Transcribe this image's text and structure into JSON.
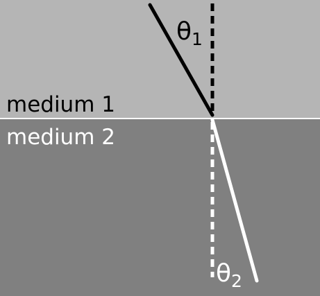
{
  "diagram": {
    "top_label": "medium 1",
    "bottom_label": "medium 2",
    "incident_angle": {
      "symbol": "θ",
      "subscript": "1"
    },
    "refracted_angle": {
      "symbol": "θ",
      "subscript": "2"
    }
  },
  "colors": {
    "medium_1": "#b5b5b5",
    "medium_2": "#808080",
    "interface": "#ffffff",
    "incident_ray": "#000000",
    "incident_normal": "#000000",
    "refracted_ray": "#ffffff",
    "refracted_normal": "#ffffff",
    "top_text": "#000000",
    "bottom_text": "#ffffff"
  }
}
